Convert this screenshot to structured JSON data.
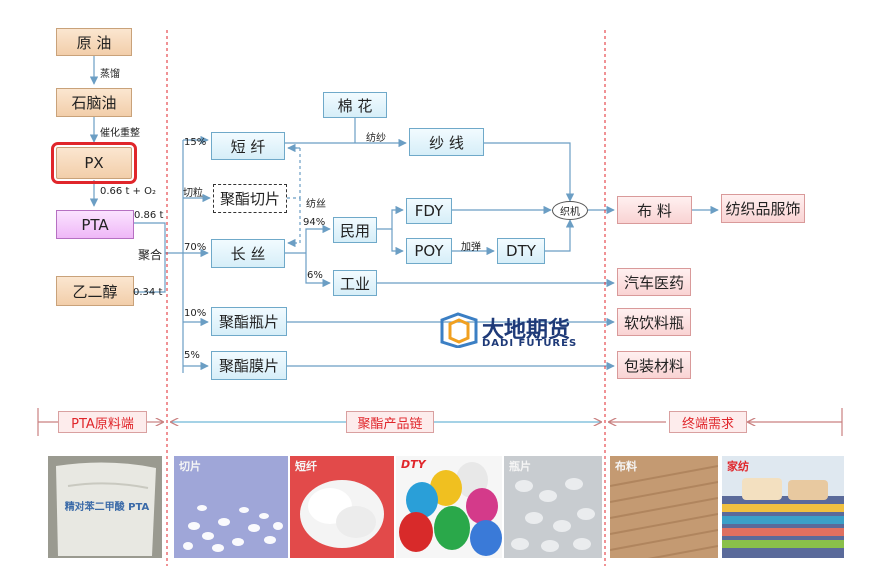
{
  "nodes": {
    "crude": "原 油",
    "naphtha": "石脑油",
    "px": "PX",
    "pta": "PTA",
    "meg": "乙二醇",
    "staple": "短 纤",
    "chips": "聚酯切片",
    "filament": "长 丝",
    "bottle": "聚酯瓶片",
    "film": "聚酯膜片",
    "cotton": "棉 花",
    "yarn": "纱 线",
    "civil": "民用",
    "industrial": "工业",
    "fdy": "FDY",
    "poy": "POY",
    "dty": "DTY",
    "loom": "织机",
    "fabric": "布 料",
    "garment": "纺织品服饰",
    "auto": "汽车医药",
    "beverage": "软饮料瓶",
    "packaging": "包装材料"
  },
  "edge_labels": {
    "distill": "蒸馏",
    "reform": "催化重整",
    "oxidize": "0.66 t + O₂",
    "pta_ratio": "0.86 t",
    "meg_ratio": "0.34 t",
    "polymerize": "聚合",
    "pct_staple": "15%",
    "pct_filament": "70%",
    "pct_bottle": "10%",
    "pct_film": "5%",
    "cut": "切粒",
    "spin_chip": "纺丝",
    "spinning": "纺纱",
    "pct_civil": "94%",
    "pct_industrial": "6%",
    "texturize": "加弹"
  },
  "bands": {
    "raw": "PTA原料端",
    "chain": "聚酯产品链",
    "end": "终端需求"
  },
  "photos": {
    "chip": "切片",
    "staple": "短纤",
    "dty": "DTY",
    "bottle": "瓶片",
    "fabric": "布料",
    "home": "家纺",
    "bag_text": "精对苯二甲酸 PTA"
  },
  "logo": {
    "cn": "大地期货",
    "en": "DADI FUTURES"
  },
  "colors": {
    "node_tan": "#f2ceaa",
    "node_blue": "#d6eef8",
    "node_pink": "#f9d3d3",
    "node_violet": "#efb8f7",
    "highlight": "#e0262b",
    "arrow": "#6b9ec4",
    "divider": "#e0262b",
    "logo": "#1e3a78"
  }
}
